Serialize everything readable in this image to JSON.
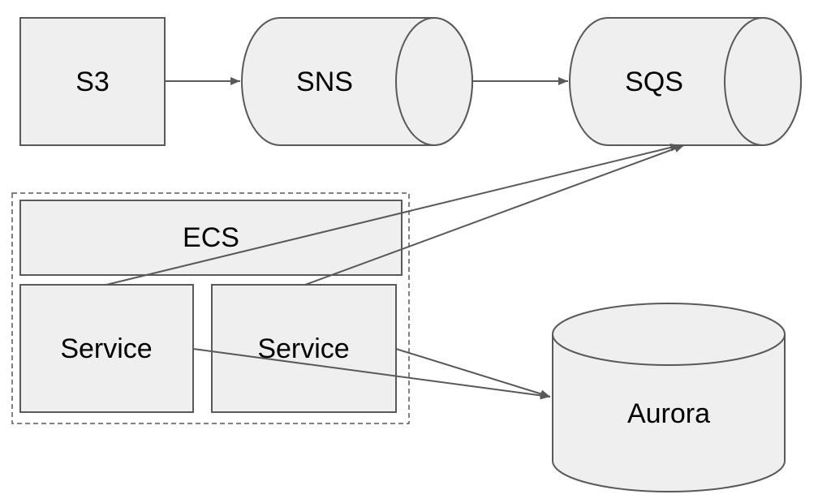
{
  "nodes": {
    "s3": "S3",
    "sns": "SNS",
    "sqs": "SQS",
    "ecs": "ECS",
    "service_1": "Service",
    "service_2": "Service",
    "aurora": "Aurora"
  },
  "colors": {
    "fill": "#efefef",
    "stroke": "#595959",
    "text": "#000000"
  }
}
